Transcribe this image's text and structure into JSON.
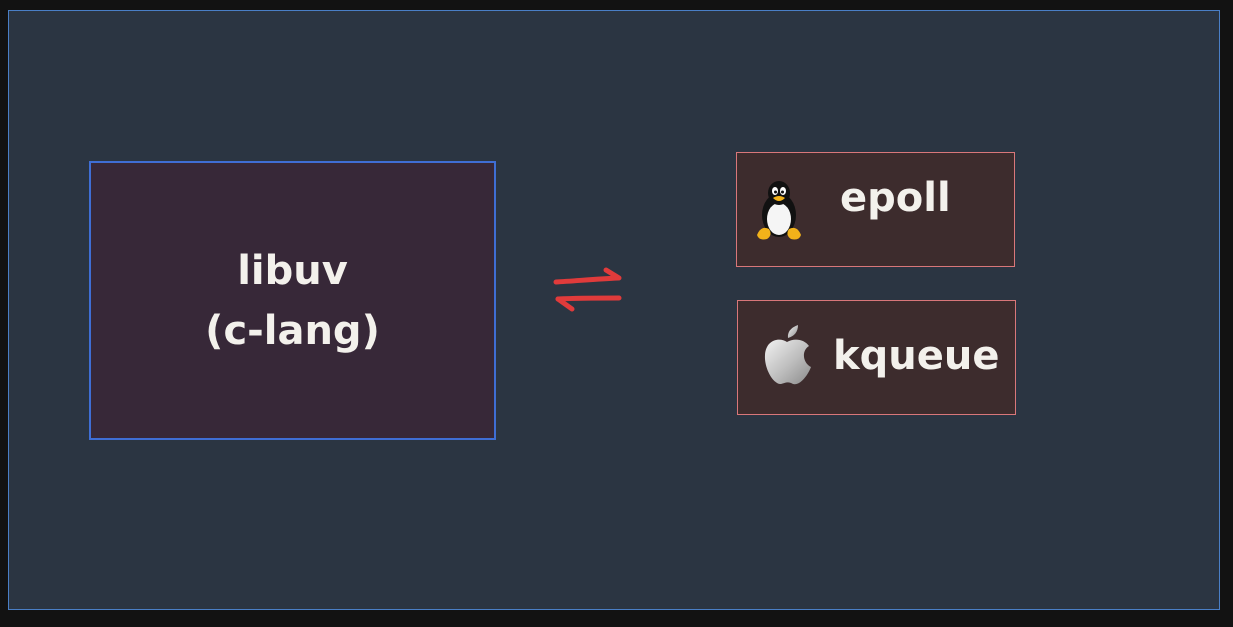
{
  "diagram": {
    "libuv": {
      "line1": "libuv",
      "line2": "(c-lang)"
    },
    "connector": {
      "icon": "bidirectional-arrows-icon",
      "color": "#e03b3b"
    },
    "backends": [
      {
        "label": "epoll",
        "icon": "linux-tux-icon"
      },
      {
        "label": "kqueue",
        "icon": "apple-icon"
      }
    ]
  },
  "colors": {
    "background": "#2b3542",
    "libuv_fill": "#372838",
    "libuv_border": "#3f6ed4",
    "backend_fill": "#3d2c2d",
    "backend_border": "#d9777a",
    "text": "#f3f1ec"
  }
}
